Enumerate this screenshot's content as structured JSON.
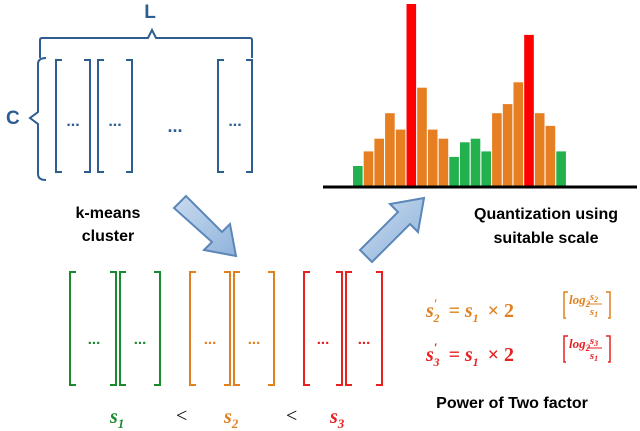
{
  "matrix": {
    "label_l": "L",
    "label_c": "C",
    "cells": [
      "...",
      "...",
      "...",
      "..."
    ],
    "color": "#2e5d8f"
  },
  "left_caption": [
    "k-means",
    "cluster"
  ],
  "right_caption": [
    "Quantization using",
    "suitable scale"
  ],
  "groups": [
    {
      "name": "green",
      "color": "#1a8a2e",
      "cells": [
        "...",
        "..."
      ]
    },
    {
      "name": "orange",
      "color": "#e0801e",
      "cells": [
        "...",
        "..."
      ]
    },
    {
      "name": "red",
      "color": "#e82020",
      "cells": [
        "...",
        "..."
      ]
    }
  ],
  "scales": {
    "s1": "s",
    "s1_sub": "1",
    "lt1": "<",
    "s2": "s",
    "s2_sub": "2",
    "lt2": "<",
    "s3": "s",
    "s3_sub": "3"
  },
  "formulas": {
    "f2": {
      "lhs": "s",
      "lhs_sub": "2",
      "rhs": "= s",
      "rhs_sub": "1",
      "times": "× 2",
      "log": "log",
      "log_base": "2",
      "num": "s",
      "num_sub": "2",
      "den": "s",
      "den_sub": "1",
      "color": "#e0801e"
    },
    "f3": {
      "lhs": "s",
      "lhs_sub": "3",
      "rhs": "= s",
      "rhs_sub": "1",
      "times": "× 2",
      "log": "log",
      "log_base": "2",
      "num": "s",
      "num_sub": "3",
      "den": "s",
      "den_sub": "1",
      "color": "#e82020"
    }
  },
  "power_caption": "Power of Two factor",
  "histogram": {
    "colors": {
      "green": "#22b14c",
      "orange": "#e67e22",
      "red": "#ff0000"
    },
    "bars": [
      {
        "c": "green",
        "v": 0.11
      },
      {
        "c": "orange",
        "v": 0.19
      },
      {
        "c": "orange",
        "v": 0.26
      },
      {
        "c": "orange",
        "v": 0.4
      },
      {
        "c": "orange",
        "v": 0.31
      },
      {
        "c": "red",
        "v": 1.0
      },
      {
        "c": "orange",
        "v": 0.54
      },
      {
        "c": "orange",
        "v": 0.31
      },
      {
        "c": "orange",
        "v": 0.26
      },
      {
        "c": "green",
        "v": 0.16
      },
      {
        "c": "green",
        "v": 0.24
      },
      {
        "c": "green",
        "v": 0.26
      },
      {
        "c": "green",
        "v": 0.19
      },
      {
        "c": "orange",
        "v": 0.4
      },
      {
        "c": "orange",
        "v": 0.45
      },
      {
        "c": "orange",
        "v": 0.57
      },
      {
        "c": "red",
        "v": 0.83
      },
      {
        "c": "orange",
        "v": 0.4
      },
      {
        "c": "orange",
        "v": 0.33
      },
      {
        "c": "green",
        "v": 0.19
      }
    ]
  }
}
